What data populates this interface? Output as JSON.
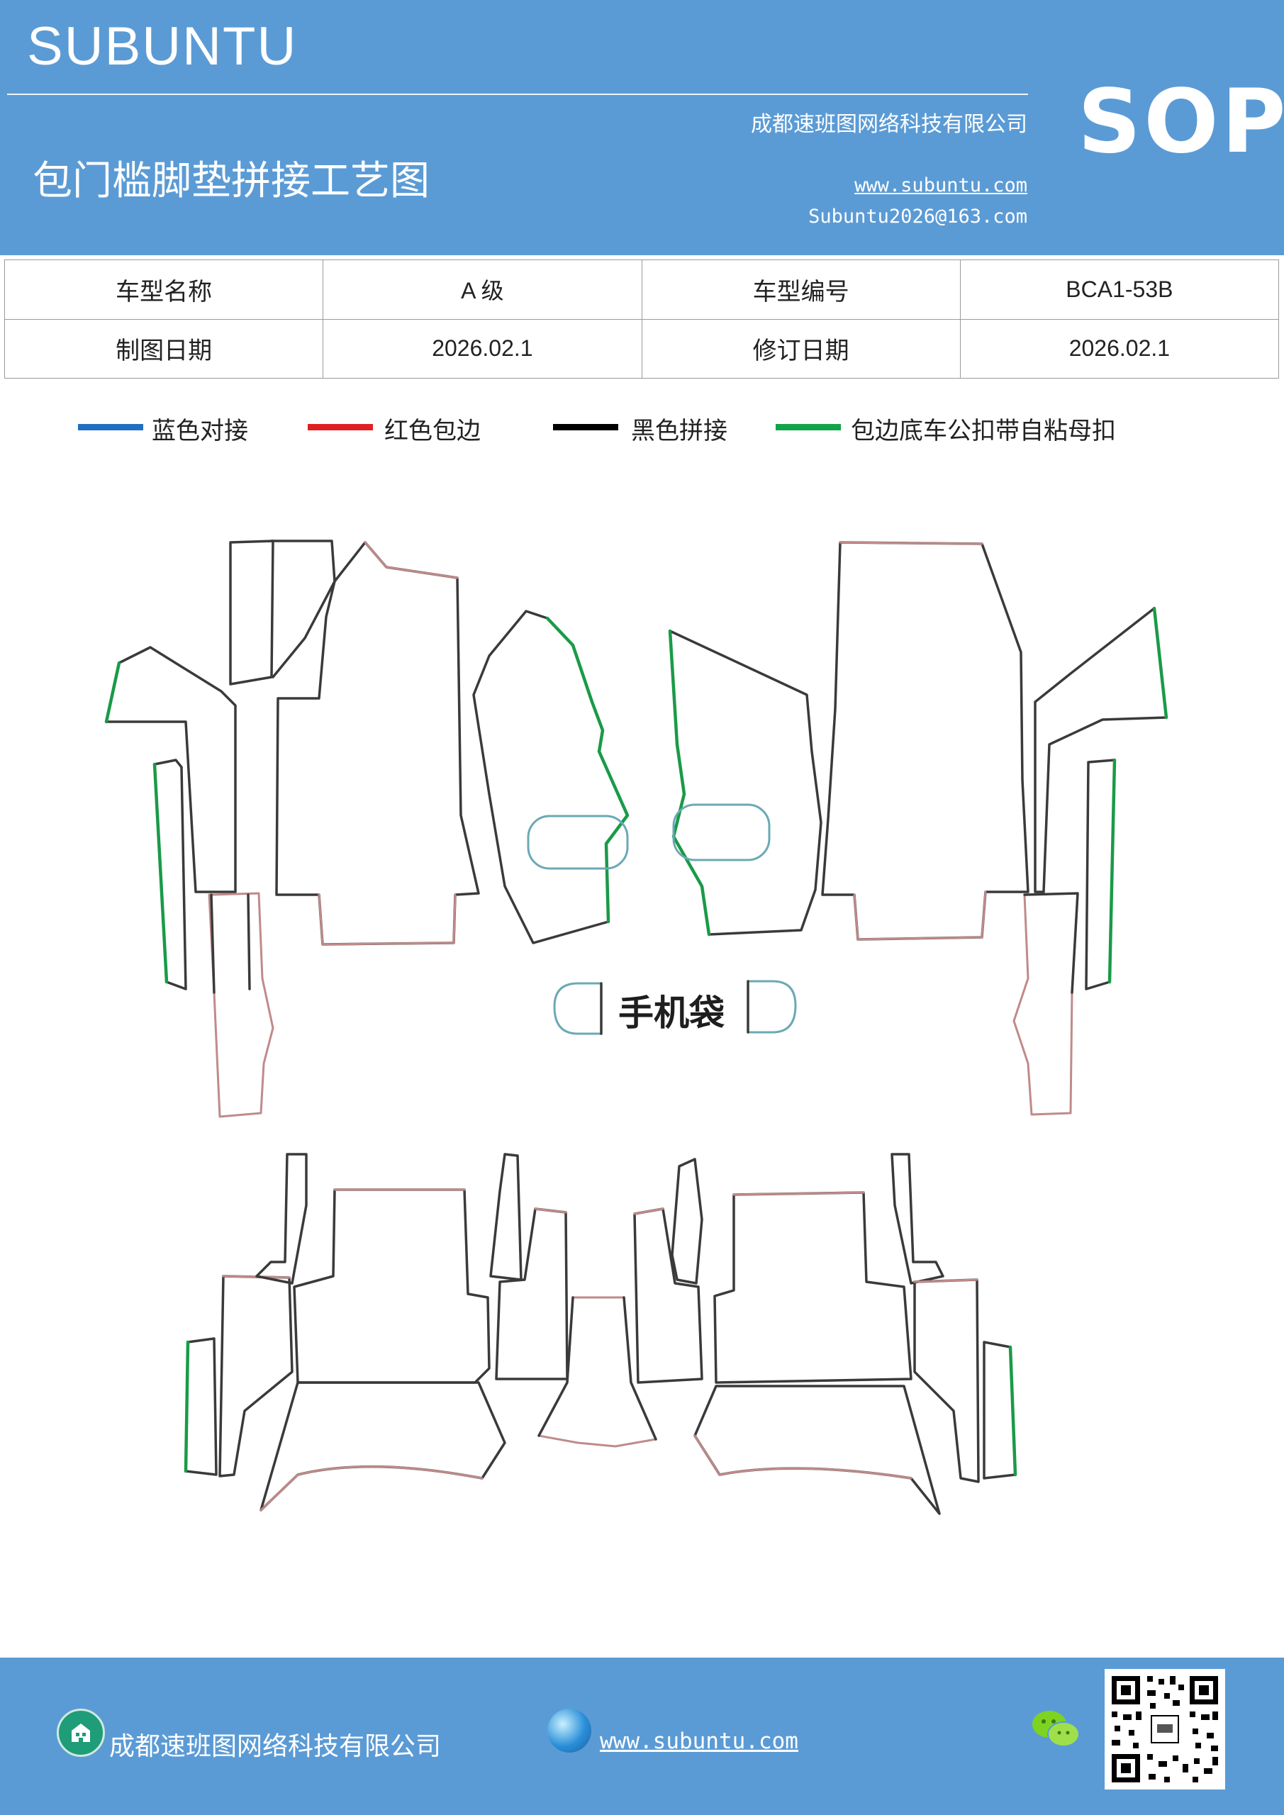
{
  "header": {
    "brand": "SUBUNTU",
    "title": "包门槛脚垫拼接工艺图",
    "company": "成都速班图网络科技有限公司",
    "website": "www.subuntu.com",
    "email": "Subuntu2026@163.com",
    "badge": "SOP"
  },
  "info_table": {
    "rows": [
      [
        "车型名称",
        "A 级",
        "车型编号",
        "BCA1-53B"
      ],
      [
        "制图日期",
        "2026.02.1",
        "修订日期",
        "2026.02.1"
      ]
    ]
  },
  "legend": [
    {
      "label": "蓝色对接",
      "color": "#1f6fc0"
    },
    {
      "label": "红色包边",
      "color": "#e02020"
    },
    {
      "label": "黑色拼接",
      "color": "#000000"
    },
    {
      "label": "包边底车公扣带自粘母扣",
      "color": "#12a44a"
    }
  ],
  "drawing": {
    "phone_pocket_label": "手机袋"
  },
  "footer": {
    "company": "成都速班图网络科技有限公司",
    "website": "www.subuntu.com"
  },
  "colors": {
    "header_bg": "#5b9bd5",
    "outline_black": "#3a3a3a",
    "outline_red": "#c08a8a",
    "outline_green": "#1a9a48",
    "outline_blue": "#6aa9b5"
  },
  "icons": [
    "building-icon",
    "globe-icon",
    "wechat-icon",
    "qr-code"
  ]
}
